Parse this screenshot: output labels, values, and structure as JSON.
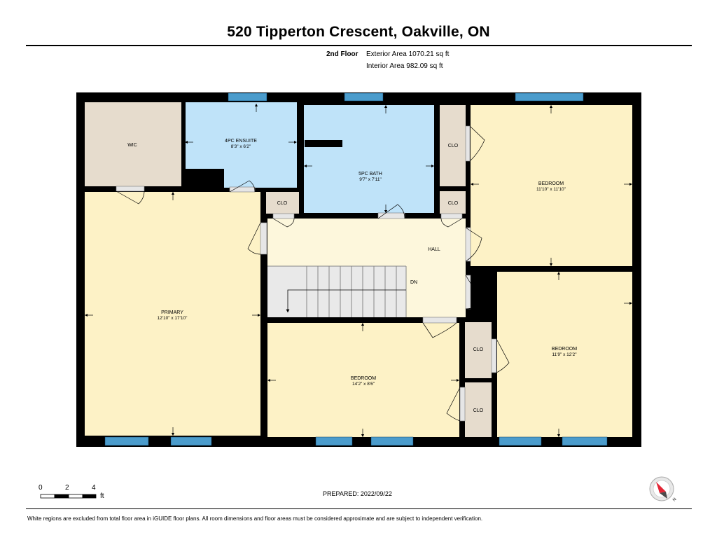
{
  "header": {
    "title": "520 Tipperton Crescent, Oakville, ON",
    "floor": "2nd Floor",
    "exterior_area": "Exterior Area 1070.21 sq ft",
    "interior_area": "Interior Area 982.09 sq ft"
  },
  "rooms": {
    "wic": {
      "name": "WIC"
    },
    "ensuite": {
      "name": "4PC ENSUITE",
      "dims": "8'3\" x 6'2\""
    },
    "bath": {
      "name": "5PC BATH",
      "dims": "9'7\" x 7'11\""
    },
    "bedroom_ne": {
      "name": "BEDROOM",
      "dims": "11'10\" x 11'10\""
    },
    "primary": {
      "name": "PRIMARY",
      "dims": "12'10\" x 17'10\""
    },
    "hall": {
      "name": "HALL"
    },
    "stairs": {
      "label": "DN"
    },
    "bedroom_s": {
      "name": "BEDROOM",
      "dims": "14'2\" x 8'6\""
    },
    "bedroom_se": {
      "name": "BEDROOM",
      "dims": "11'9\" x 12'2\""
    },
    "closets": {
      "clo_1": "CLO",
      "clo_2": "CLO",
      "clo_3": "CLO",
      "clo_4": "CLO",
      "clo_5": "CLO"
    }
  },
  "scale": {
    "t0": "0",
    "t1": "2",
    "t2": "4",
    "unit": "ft"
  },
  "footer": {
    "prepared": "PREPARED:  2022/09/22",
    "disclaimer": "White regions are excluded from total floor area in iGUIDE floor plans. All room dimensions and floor areas must be considered approximate and are subject to independent verification."
  },
  "colors": {
    "wall": "#000000",
    "beige_room": "#fdf2c6",
    "wet_room": "#bfe3f9",
    "closet": "#e6dccd",
    "hall": "#fdf7dc",
    "window": "#4b9ccc",
    "compass": "#e32636"
  }
}
